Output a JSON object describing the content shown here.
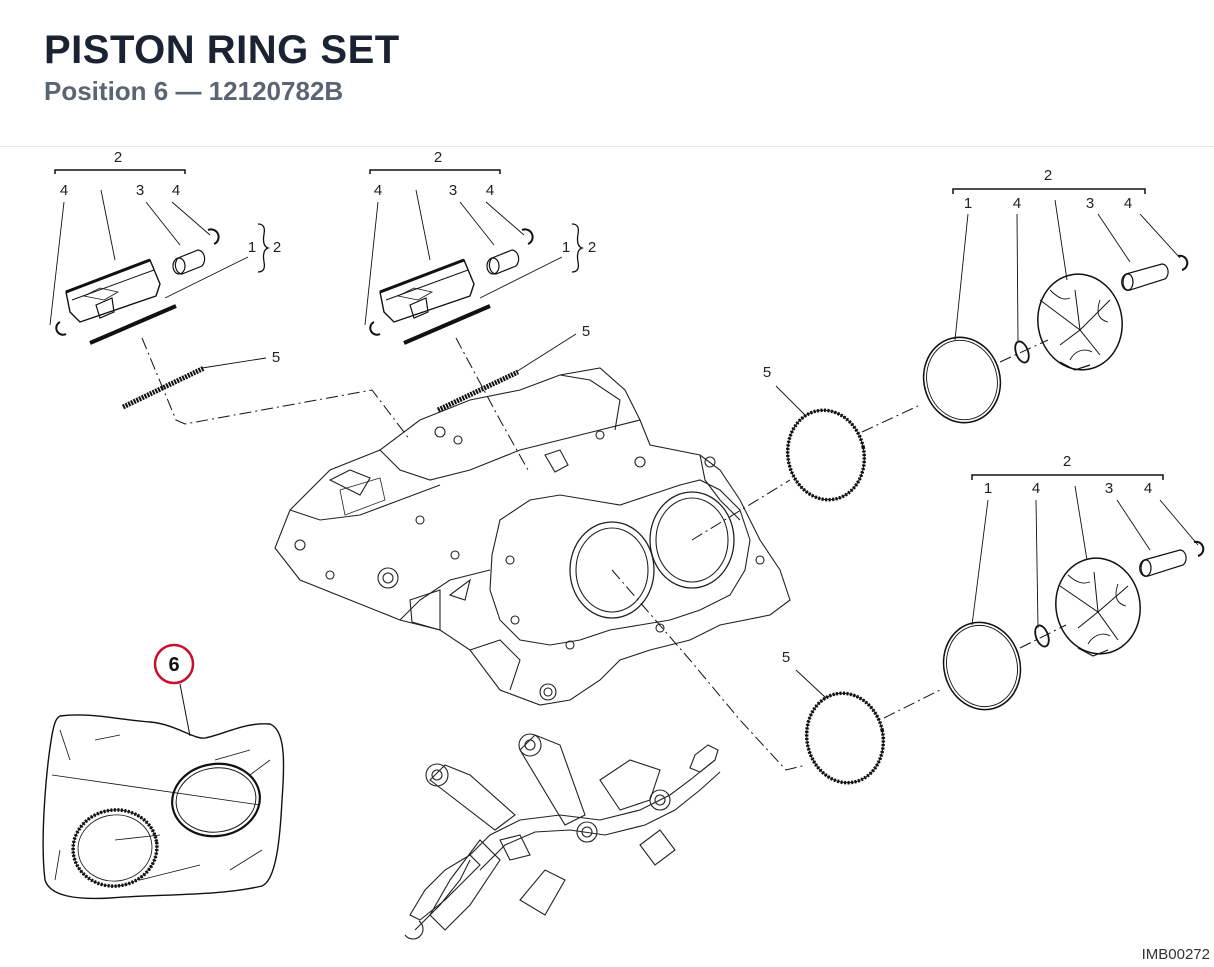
{
  "header": {
    "title": "PISTON RING SET",
    "subtitle_position": "Position 6",
    "subtitle_separator": "—",
    "subtitle_part": "12120782B"
  },
  "diagram": {
    "highlight_color": "#c8102e",
    "highlighted_position": "6",
    "callout_labels": {
      "group": "2",
      "rings": "1",
      "pin_clip": "4",
      "pin": "3",
      "gasket": "5"
    },
    "image_code": "IMB00272"
  }
}
